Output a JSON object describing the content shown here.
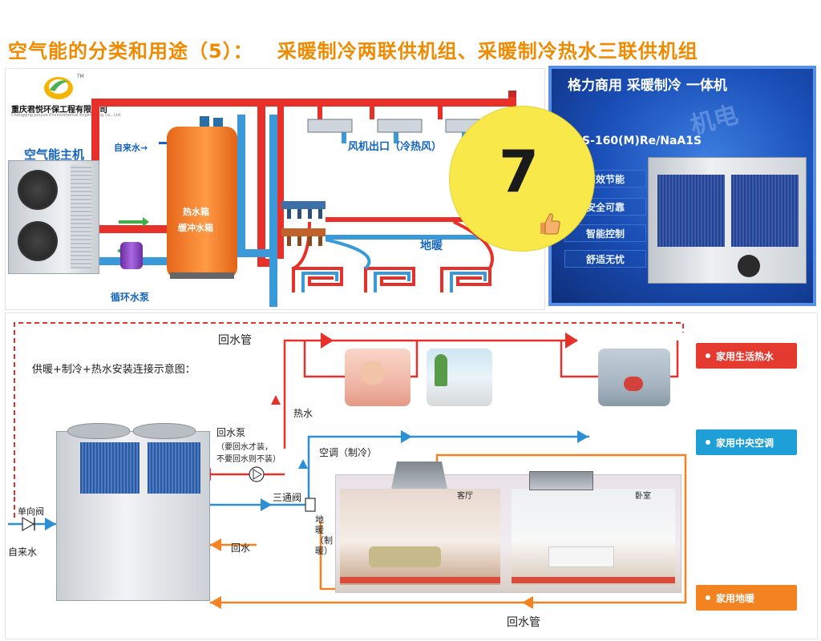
{
  "title": {
    "part1": "空气能的分类和用途（5）：",
    "part2": "采暖制冷两联供机组、采暖制冷热水三联供机组"
  },
  "logo": {
    "tm": "TM",
    "company": "重庆君悦环保工程有限公司",
    "company_en": "Chongqing Junyue Environmental Engineering Co., Ltd."
  },
  "top_left": {
    "host": "空气能主机",
    "tap_water": "自来水→",
    "tank_1": "热水箱",
    "tank_2": "缓冲水箱",
    "pump": "循环水泵",
    "fan_outlet": "风机出口（冷热风）",
    "floor_heating": "地暖"
  },
  "badge": {
    "number": "7"
  },
  "ad": {
    "header": "格力商用 采暖制冷 一体机",
    "model": "S-160(M)Re/NaA1S",
    "features": [
      "高效节能",
      "安全可靠",
      "智能控制",
      "舒适无忧"
    ],
    "watermark": "机电"
  },
  "bottom": {
    "return_top": "回水管",
    "schematic": "供暖+制冷+热水安装连接示意图：",
    "hot_water": "热水",
    "return_pump": "回水泵",
    "return_pump_note1": "（要回水才装，",
    "return_pump_note2": "不要回水则不装）",
    "ac_cooling": "空调（制冷）",
    "three_way": "三通阀",
    "check_valve": "单向阀",
    "tap_water": "自来水",
    "return_water": "回水",
    "floor_heat_v": "地暖（制暖）",
    "living_room": "客厅",
    "bedroom": "卧室",
    "return_bottom": "回水管",
    "tags": [
      "家用生活热水",
      "家用中央空调",
      "家用地暖"
    ]
  },
  "colors": {
    "title": "#f08a00",
    "hot_pipe": "#e8302a",
    "cold_pipe": "#3a9ad9",
    "tank": "#f47a20",
    "badge": "#f9e84a",
    "tag_red": "#e53a2f",
    "tag_blue": "#1e9fd6",
    "tag_orange": "#f38221"
  }
}
